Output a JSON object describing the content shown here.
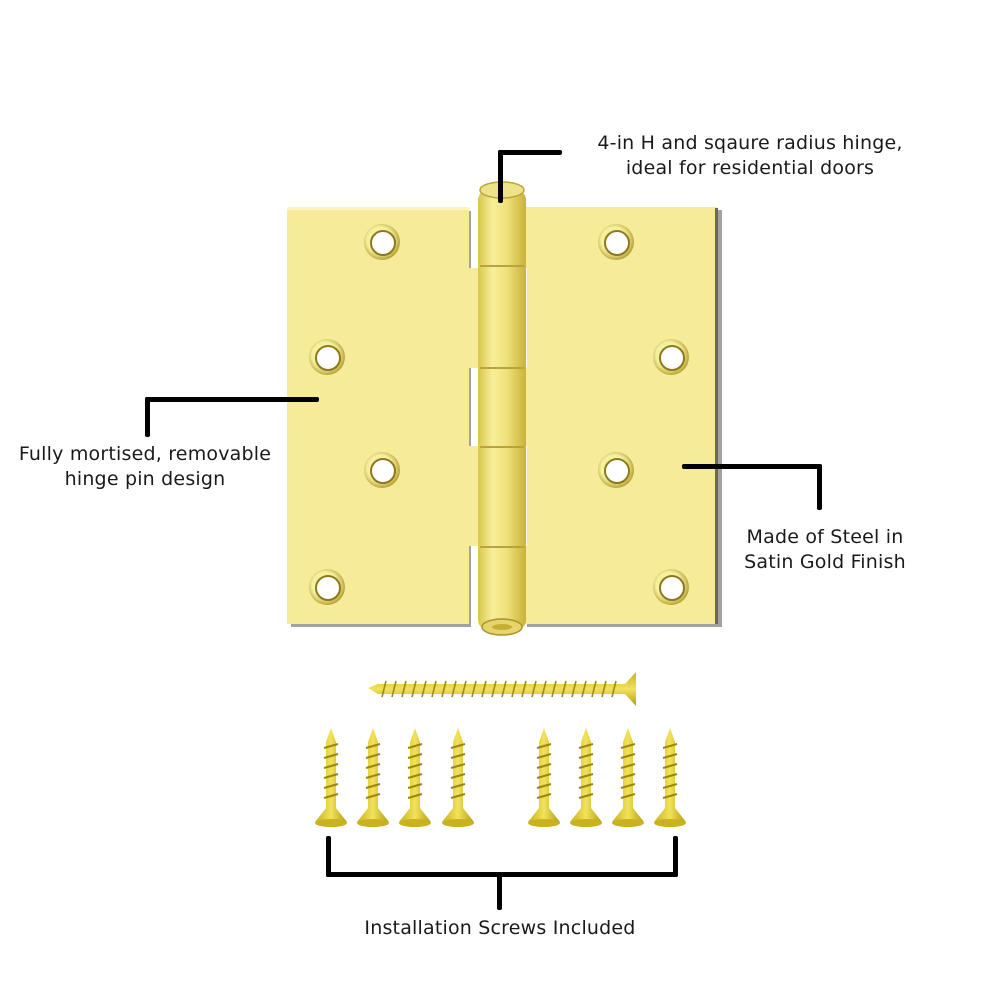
{
  "product": {
    "name": "Square radius door hinge with installation screws",
    "finish_color": "#f5eb98",
    "shade_color": "#c9b53a",
    "accent_color": "#e8d84e"
  },
  "callouts": {
    "top": {
      "line1": "4-in H and sqaure radius hinge,",
      "line2": "ideal for residential doors"
    },
    "left": {
      "line1": "Fully mortised, removable",
      "line2": "hinge pin design"
    },
    "right": {
      "line1": "Made of Steel in",
      "line2": "Satin Gold Finish"
    },
    "bottom": {
      "line1": "Installation Screws Included"
    }
  },
  "hinge": {
    "leaves": [
      "left-leaf",
      "right-leaf"
    ],
    "knuckles": 5,
    "screw_holes_per_leaf": 4
  },
  "screws": {
    "long_screw_count": 1,
    "short_screw_count": 8
  }
}
